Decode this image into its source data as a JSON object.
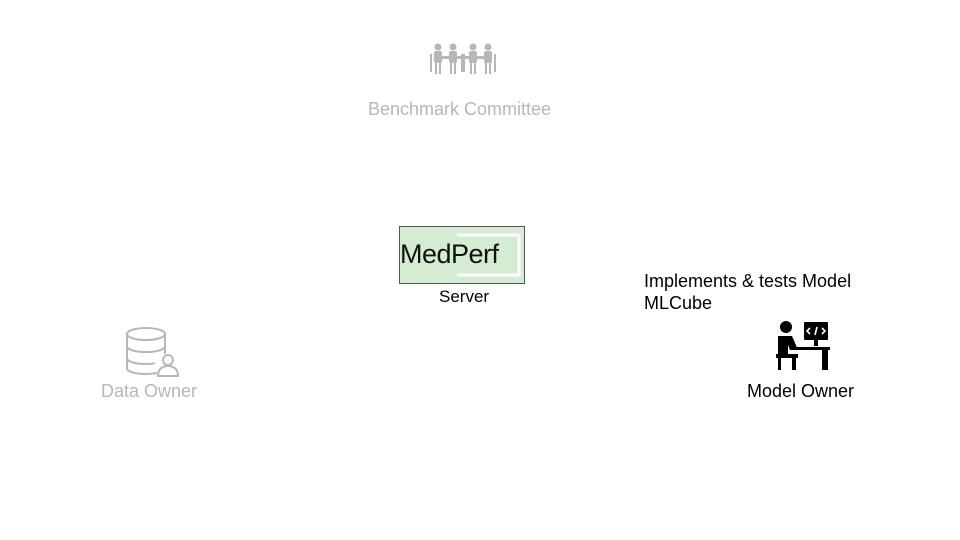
{
  "committee": {
    "label": "Benchmark Committee",
    "icon": "people-meeting-icon",
    "color": "#b7b7b7"
  },
  "server": {
    "logo_text": "MedPerf",
    "label": "Server",
    "logo_bg": "#d4ecd2"
  },
  "model_owner": {
    "action_line1": "Implements & tests Model",
    "action_line2": "MLCube",
    "label": "Model Owner",
    "icon": "developer-at-computer-icon"
  },
  "data_owner": {
    "label": "Data Owner",
    "icon": "database-user-icon",
    "color": "#b7b7b7"
  }
}
